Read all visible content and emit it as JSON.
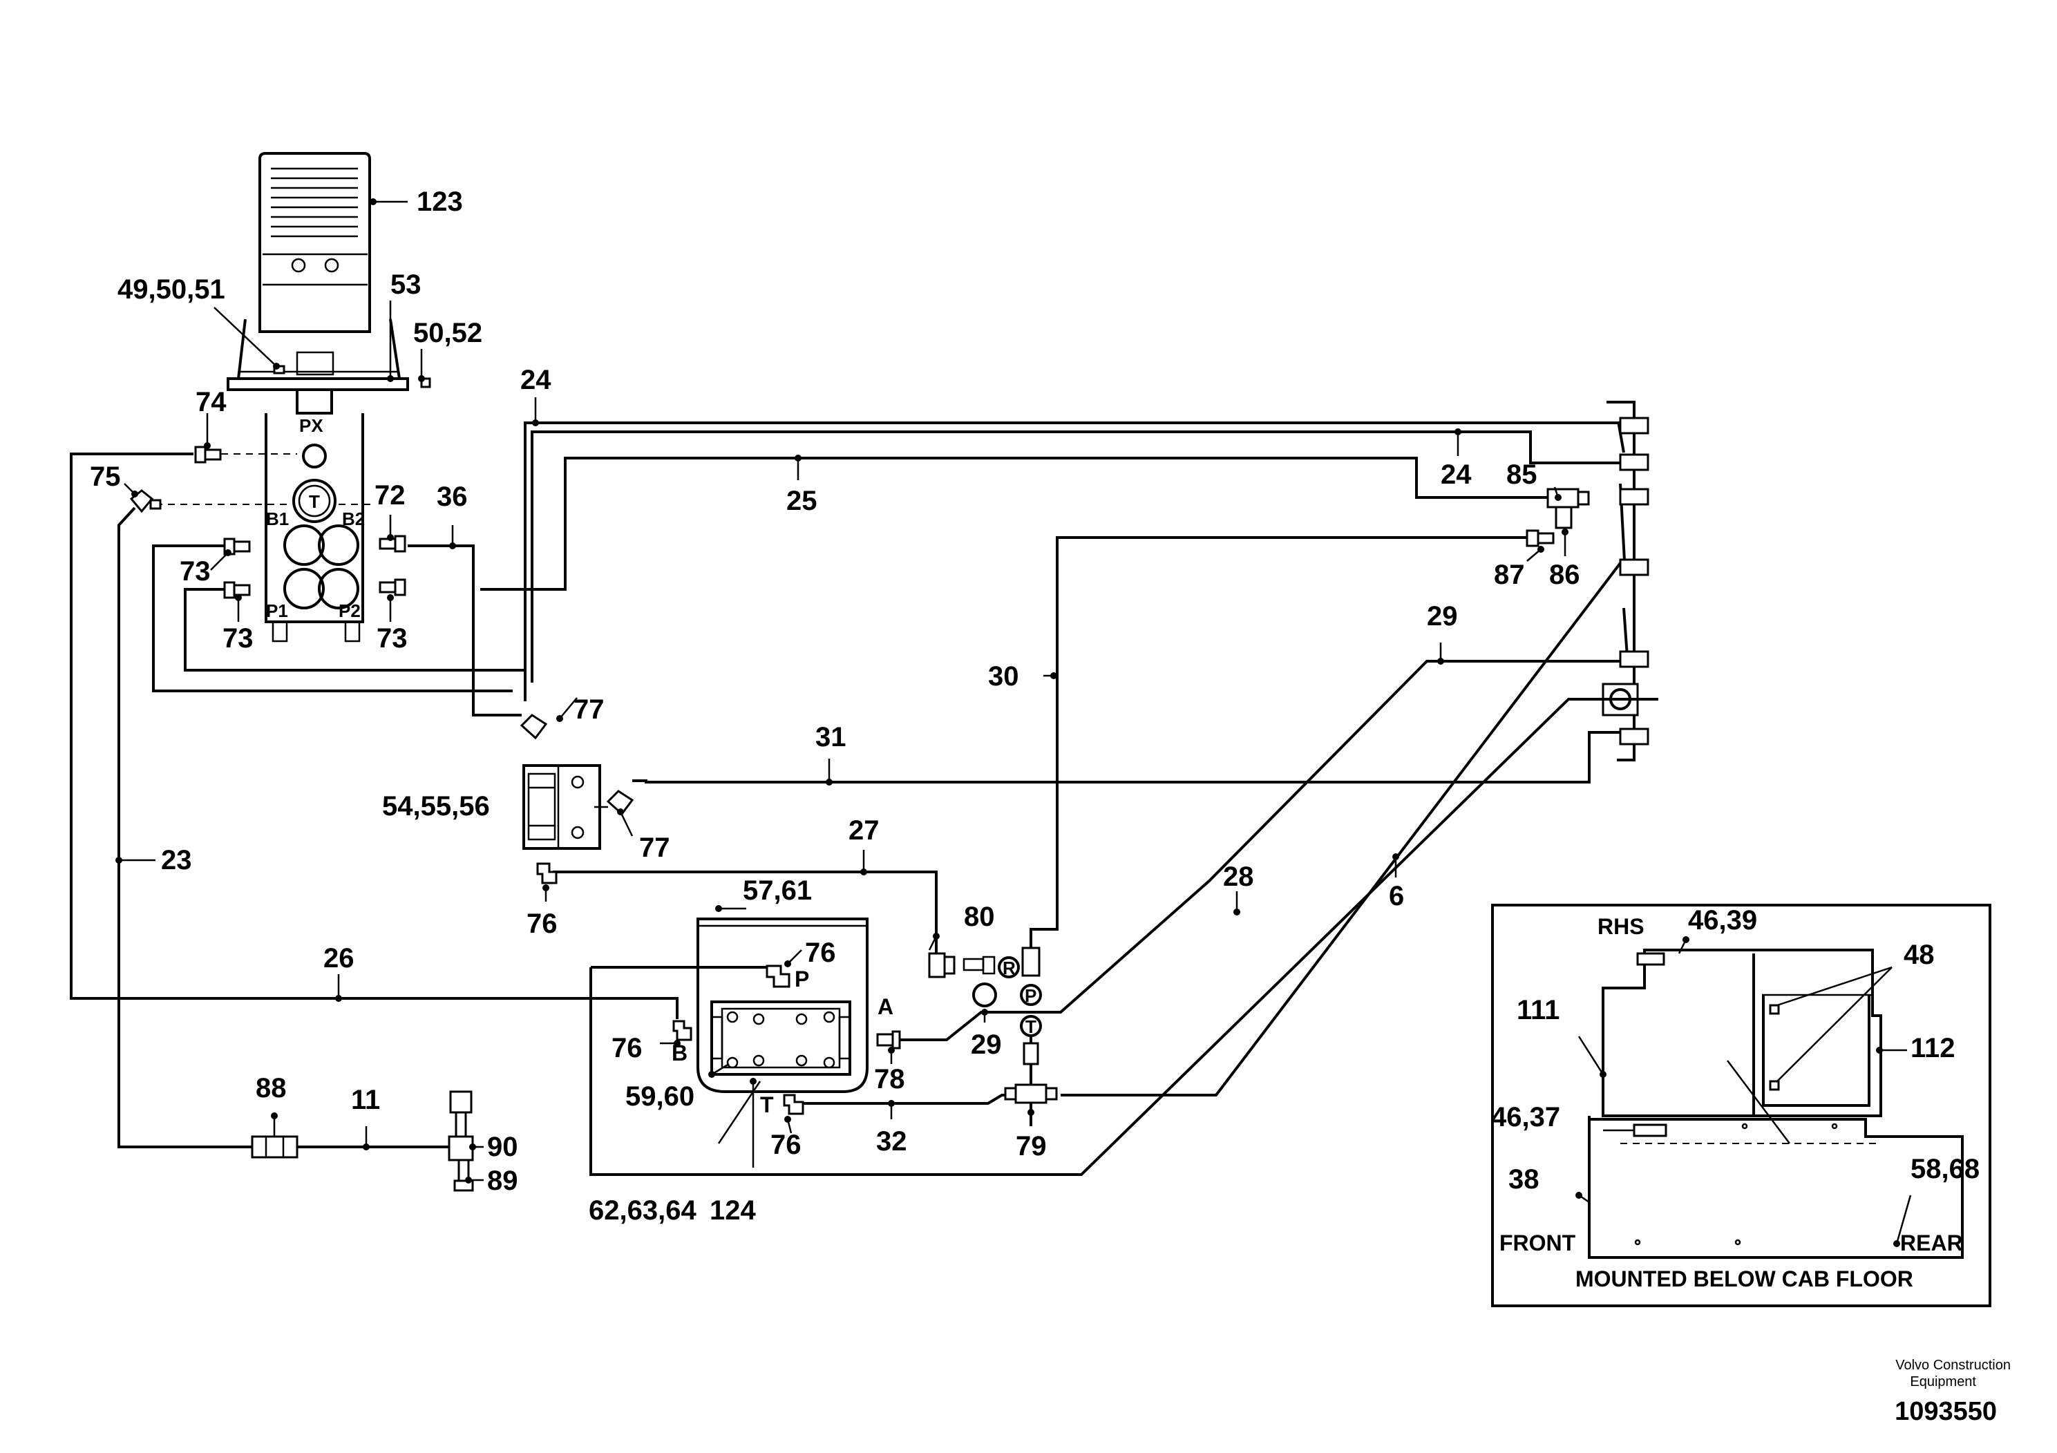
{
  "labels": {
    "l123": "123",
    "l49": "49,50,51",
    "l53": "53",
    "l50": "50,52",
    "l74": "74",
    "l75": "75",
    "l72": "72",
    "l36": "36",
    "l73a": "73",
    "l73b": "73",
    "l73c": "73",
    "l24a": "24",
    "l24b": "24",
    "l25": "25",
    "l85": "85",
    "l87": "87",
    "l86": "86",
    "l29a": "29",
    "l29b": "29",
    "l30": "30",
    "l77a": "77",
    "l77b": "77",
    "l31": "31",
    "l54": "54,55,56",
    "l23": "23",
    "l27": "27",
    "l76a": "76",
    "l57": "57,61",
    "l76b": "76",
    "l80": "80",
    "l26": "26",
    "l76c": "76",
    "l78": "78",
    "l59": "59,60",
    "l62": "62,63,64",
    "l124": "124",
    "l76d": "76",
    "l32": "32",
    "l79": "79",
    "l28": "28",
    "l6": "6",
    "l88": "88",
    "l11": "11",
    "l90": "90",
    "l89": "89"
  },
  "ports": {
    "px": "PX",
    "t": "T",
    "b1": "B1",
    "b2": "B2",
    "p1": "P1",
    "p2": "P2",
    "p_valve": "P",
    "b_valve": "B",
    "a_valve": "A",
    "t_valve": "T",
    "r_circle": "R",
    "p_circle": "P",
    "t_circle": "T"
  },
  "inset": {
    "rhs": "RHS",
    "l46_39": "46,39",
    "l48": "48",
    "l111": "111",
    "l112": "112",
    "l46_37": "46,37",
    "l38": "38",
    "l58_68": "58,68",
    "front": "FRONT",
    "rear": "REAR",
    "caption": "MOUNTED BELOW CAB FLOOR"
  },
  "credit": {
    "line1": "Volvo Construction",
    "line2": "Equipment",
    "doc_number": "1093550"
  }
}
